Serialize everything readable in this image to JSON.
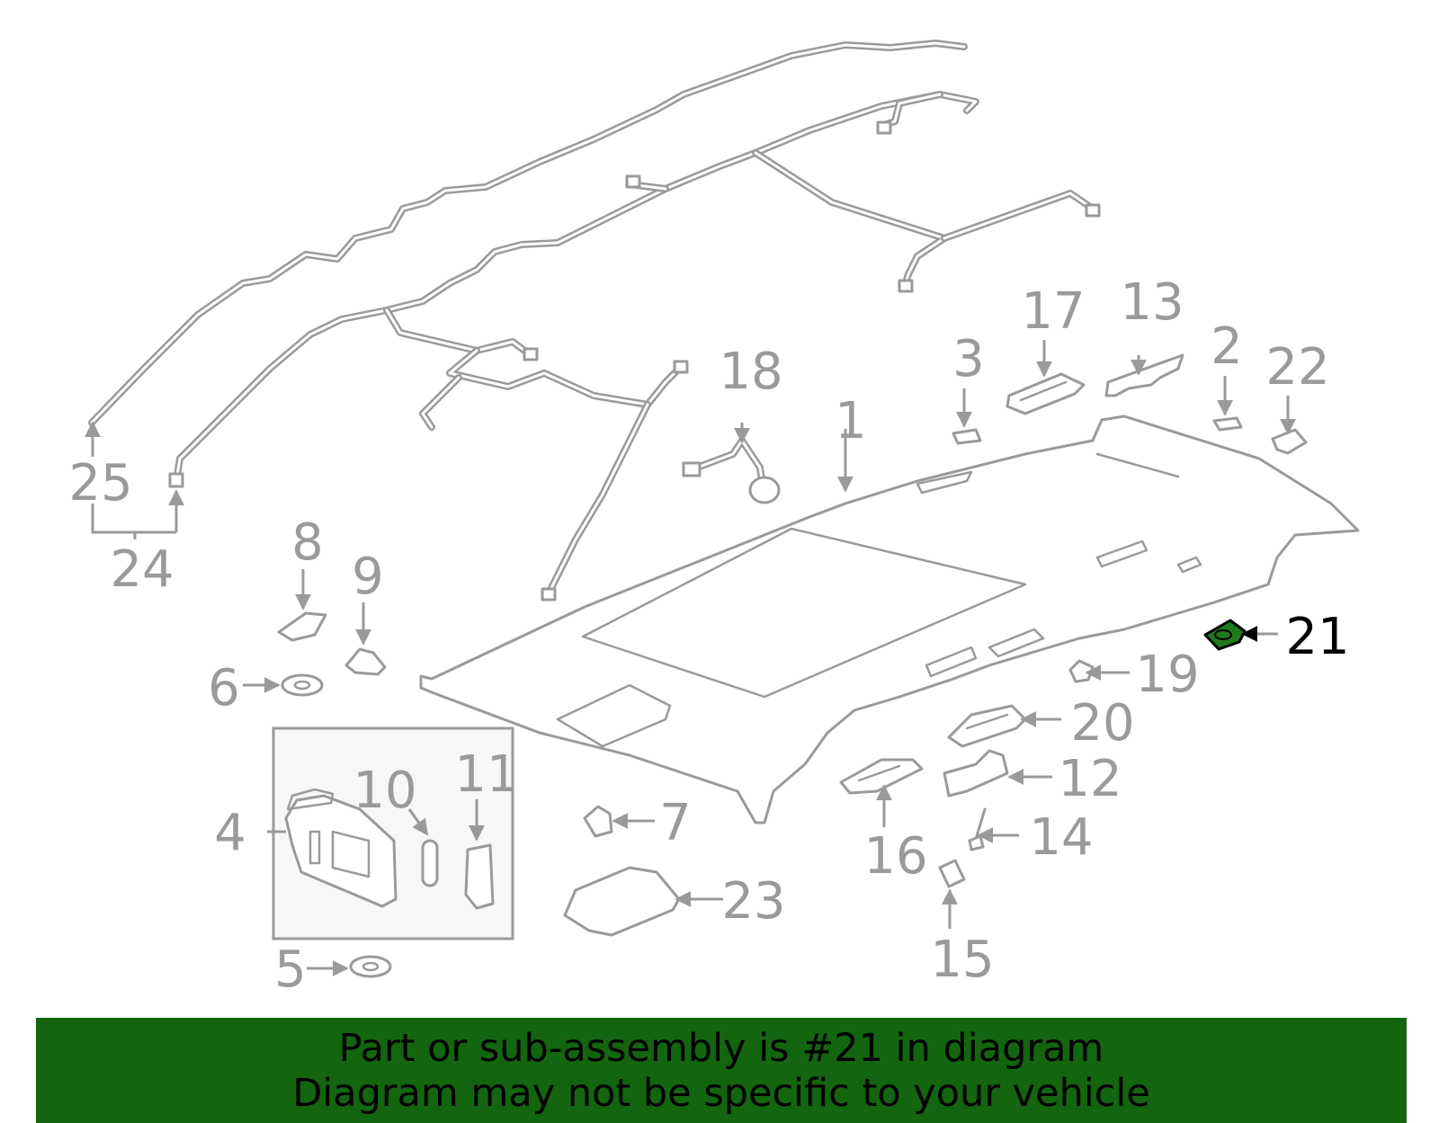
{
  "diagram": {
    "callouts": [
      {
        "id": "callout-1",
        "text": "1"
      },
      {
        "id": "callout-2",
        "text": "2"
      },
      {
        "id": "callout-3",
        "text": "3"
      },
      {
        "id": "callout-4",
        "text": "4"
      },
      {
        "id": "callout-5",
        "text": "5"
      },
      {
        "id": "callout-6",
        "text": "6"
      },
      {
        "id": "callout-7",
        "text": "7"
      },
      {
        "id": "callout-8",
        "text": "8"
      },
      {
        "id": "callout-9",
        "text": "9"
      },
      {
        "id": "callout-10",
        "text": "10"
      },
      {
        "id": "callout-11",
        "text": "11"
      },
      {
        "id": "callout-12",
        "text": "12"
      },
      {
        "id": "callout-13",
        "text": "13"
      },
      {
        "id": "callout-14",
        "text": "14"
      },
      {
        "id": "callout-15",
        "text": "15"
      },
      {
        "id": "callout-16",
        "text": "16"
      },
      {
        "id": "callout-17",
        "text": "17"
      },
      {
        "id": "callout-18",
        "text": "18"
      },
      {
        "id": "callout-19",
        "text": "19"
      },
      {
        "id": "callout-20",
        "text": "20"
      },
      {
        "id": "callout-21",
        "text": "21"
      },
      {
        "id": "callout-22",
        "text": "22"
      },
      {
        "id": "callout-23",
        "text": "23"
      },
      {
        "id": "callout-24",
        "text": "24"
      },
      {
        "id": "callout-25",
        "text": "25"
      }
    ],
    "highlighted_part": "21",
    "colors": {
      "line": "#9a9a9a",
      "highlight_fill": "#1f7a1b",
      "highlight_label": "#000000",
      "banner_background": "#13650f"
    }
  },
  "banner": {
    "line1": "Part or sub-assembly is #21 in diagram",
    "line2": "Diagram may not be specific to your vehicle"
  }
}
